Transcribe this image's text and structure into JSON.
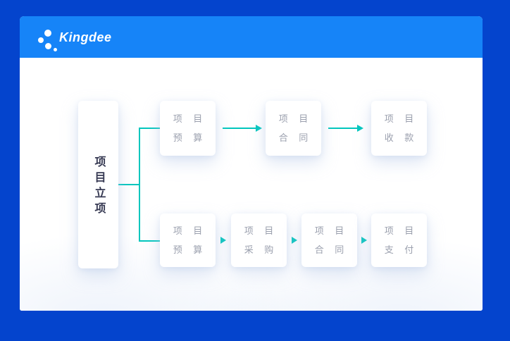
{
  "brand": {
    "logo_text": "Kingdee"
  },
  "colors": {
    "page_background": "#0444cd",
    "header_blue": "#1684f8",
    "accent_teal": "#00c6bd",
    "node_text_gray": "#9ba0ae",
    "root_text_dark": "#373a53"
  },
  "flow": {
    "root": {
      "label": "项目立项"
    },
    "top_row": [
      {
        "line1": "项 目",
        "line2": "预 算"
      },
      {
        "line1": "项 目",
        "line2": "合 同"
      },
      {
        "line1": "项 目",
        "line2": "收 款"
      }
    ],
    "bottom_row": [
      {
        "line1": "项 目",
        "line2": "预 算"
      },
      {
        "line1": "项 目",
        "line2": "采 购"
      },
      {
        "line1": "项 目",
        "line2": "合 同"
      },
      {
        "line1": "项 目",
        "line2": "支 付"
      }
    ]
  }
}
